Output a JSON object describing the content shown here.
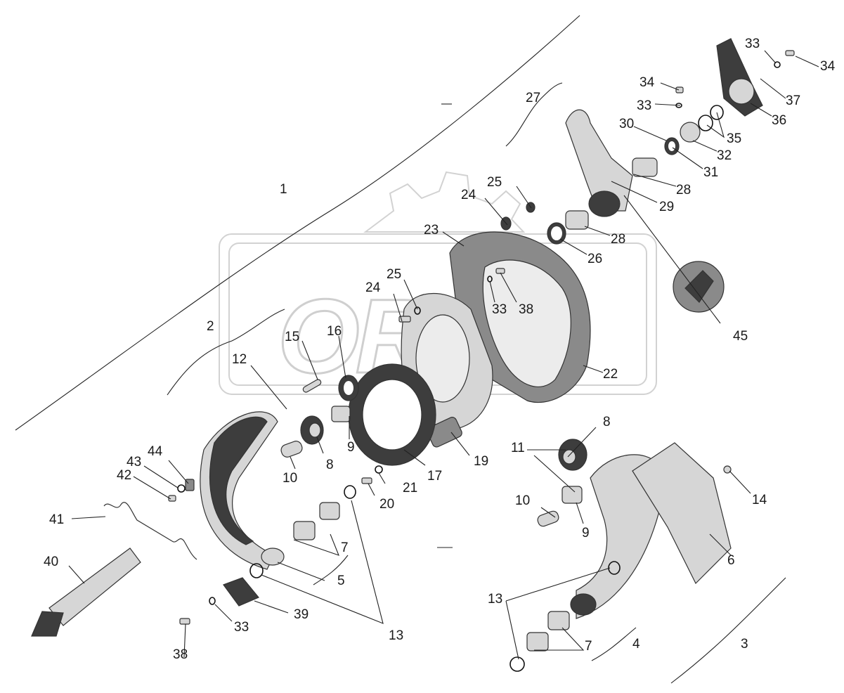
{
  "watermark": {
    "brand": "ORBX"
  },
  "callouts": [
    {
      "id": "c1",
      "text": "1"
    },
    {
      "id": "c2",
      "text": "2"
    },
    {
      "id": "c3",
      "text": "3"
    },
    {
      "id": "c4",
      "text": "4"
    },
    {
      "id": "c5",
      "text": "5"
    },
    {
      "id": "c6",
      "text": "6"
    },
    {
      "id": "c7a",
      "text": "7"
    },
    {
      "id": "c7b",
      "text": "7"
    },
    {
      "id": "c8a",
      "text": "8"
    },
    {
      "id": "c8b",
      "text": "8"
    },
    {
      "id": "c9a",
      "text": "9"
    },
    {
      "id": "c9b",
      "text": "9"
    },
    {
      "id": "c10a",
      "text": "10"
    },
    {
      "id": "c10b",
      "text": "10"
    },
    {
      "id": "c11",
      "text": "11"
    },
    {
      "id": "c12",
      "text": "12"
    },
    {
      "id": "c13a",
      "text": "13"
    },
    {
      "id": "c13b",
      "text": "13"
    },
    {
      "id": "c14",
      "text": "14"
    },
    {
      "id": "c15",
      "text": "15"
    },
    {
      "id": "c16",
      "text": "16"
    },
    {
      "id": "c17",
      "text": "17"
    },
    {
      "id": "c19",
      "text": "19"
    },
    {
      "id": "c20",
      "text": "20"
    },
    {
      "id": "c21",
      "text": "21"
    },
    {
      "id": "c22",
      "text": "22"
    },
    {
      "id": "c23",
      "text": "23"
    },
    {
      "id": "c24a",
      "text": "24"
    },
    {
      "id": "c24b",
      "text": "24"
    },
    {
      "id": "c25a",
      "text": "25"
    },
    {
      "id": "c25b",
      "text": "25"
    },
    {
      "id": "c26",
      "text": "26"
    },
    {
      "id": "c27",
      "text": "27"
    },
    {
      "id": "c28a",
      "text": "28"
    },
    {
      "id": "c28b",
      "text": "28"
    },
    {
      "id": "c29",
      "text": "29"
    },
    {
      "id": "c30",
      "text": "30"
    },
    {
      "id": "c31",
      "text": "31"
    },
    {
      "id": "c32",
      "text": "32"
    },
    {
      "id": "c33a",
      "text": "33"
    },
    {
      "id": "c33b",
      "text": "33"
    },
    {
      "id": "c33c",
      "text": "33"
    },
    {
      "id": "c33d",
      "text": "33"
    },
    {
      "id": "c34a",
      "text": "34"
    },
    {
      "id": "c34b",
      "text": "34"
    },
    {
      "id": "c35",
      "text": "35"
    },
    {
      "id": "c36",
      "text": "36"
    },
    {
      "id": "c37",
      "text": "37"
    },
    {
      "id": "c38a",
      "text": "38"
    },
    {
      "id": "c38b",
      "text": "38"
    },
    {
      "id": "c39",
      "text": "39"
    },
    {
      "id": "c40",
      "text": "40"
    },
    {
      "id": "c41",
      "text": "41"
    },
    {
      "id": "c42",
      "text": "42"
    },
    {
      "id": "c43",
      "text": "43"
    },
    {
      "id": "c44",
      "text": "44"
    },
    {
      "id": "c45",
      "text": "45"
    }
  ]
}
